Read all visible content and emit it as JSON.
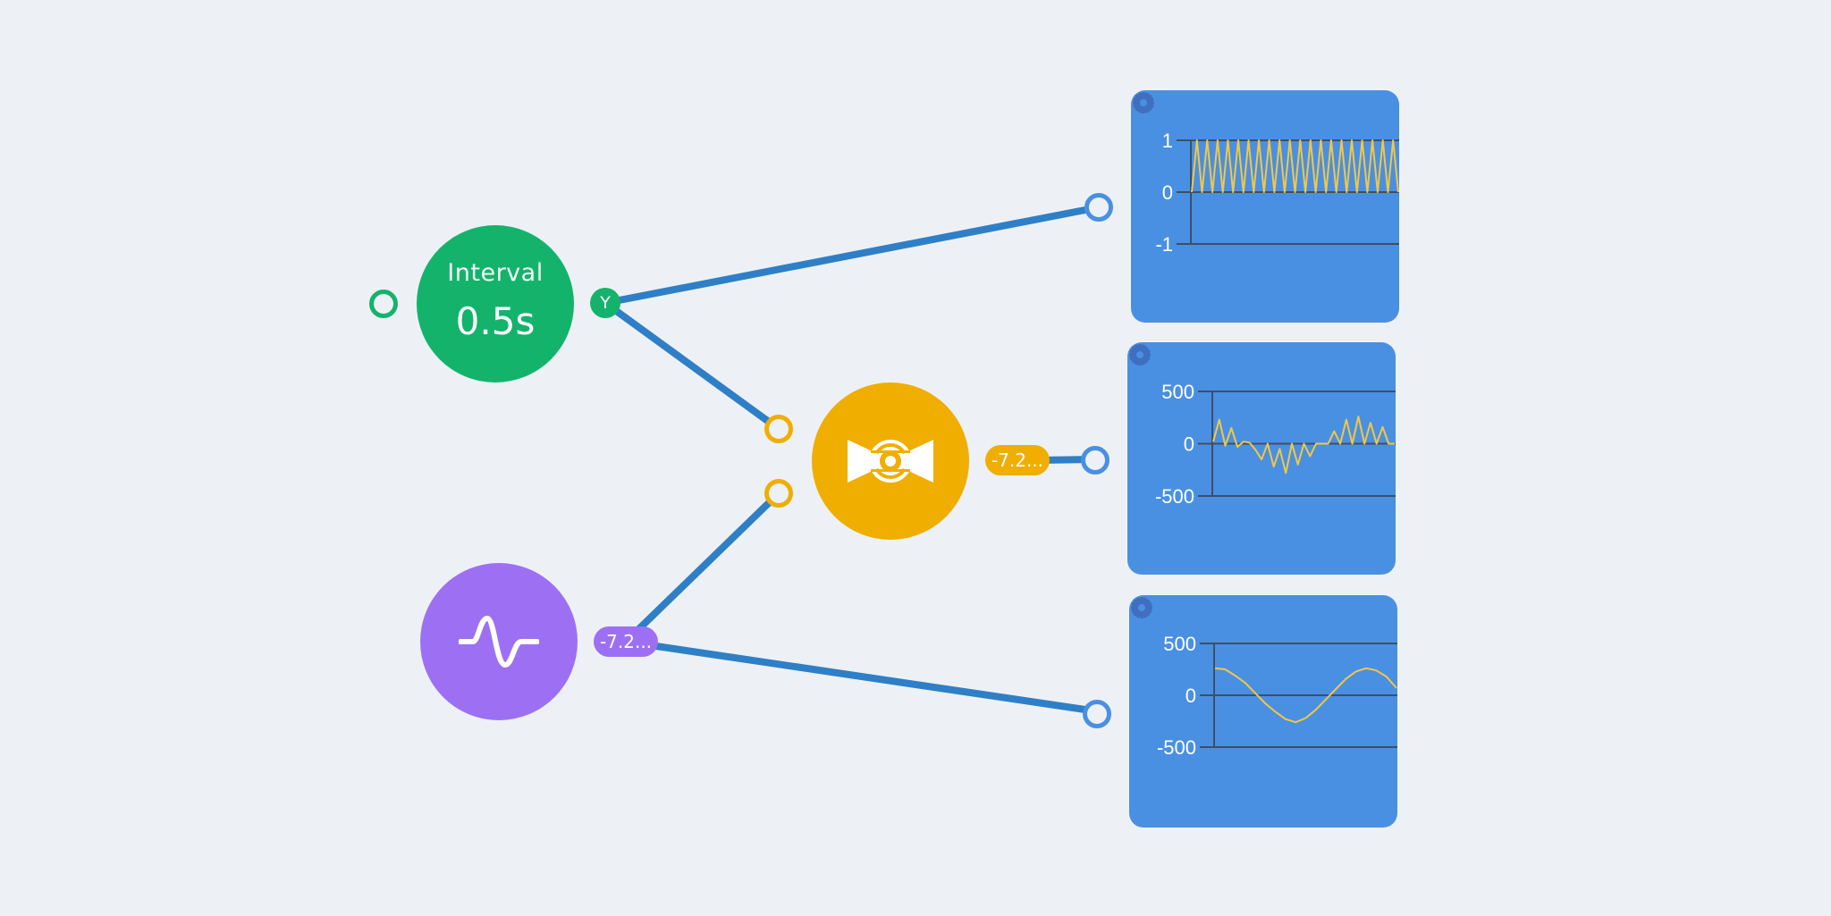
{
  "colors": {
    "background": "#edf1f5",
    "wire": "#2f7fc7",
    "interval": "#14b36c",
    "filter": "#f0ae00",
    "wave": "#9d70f3",
    "panel": "#4a90e2",
    "trace": "#f2c744",
    "gear": "#3f6fbf"
  },
  "interval_node": {
    "title": "Interval",
    "value": "0.5s",
    "output_label": "Y"
  },
  "filter_node": {
    "icon": "bowtie-wave-icon",
    "output_value": "-7.2..."
  },
  "wave_node": {
    "icon": "sine-wave-icon",
    "output_value": "-7.2..."
  },
  "panels": [
    {
      "icon": "gear-icon",
      "y_ticks": [
        "1",
        "0",
        "-1"
      ]
    },
    {
      "icon": "gear-icon",
      "y_ticks": [
        "500",
        "0",
        "-500"
      ]
    },
    {
      "icon": "gear-icon",
      "y_ticks": [
        "500",
        "0",
        "-500"
      ]
    }
  ],
  "chart_data": [
    {
      "type": "line",
      "ylim": [
        -1,
        1
      ],
      "y_ticks": [
        1,
        0,
        -1
      ],
      "values": [
        0,
        1,
        0,
        1,
        0,
        1,
        0,
        1,
        0,
        1,
        0,
        1,
        0,
        1,
        0,
        1,
        0,
        1,
        0,
        1,
        0,
        1,
        0,
        1,
        0,
        1,
        0,
        1,
        0,
        1,
        0,
        1,
        0,
        1,
        0,
        1,
        0,
        1,
        0,
        1,
        0
      ]
    },
    {
      "type": "line",
      "ylim": [
        -500,
        500
      ],
      "y_ticks": [
        500,
        0,
        -500
      ],
      "values": [
        20,
        230,
        -20,
        150,
        -30,
        20,
        10,
        -60,
        -150,
        0,
        -220,
        -50,
        -280,
        0,
        -200,
        0,
        -120,
        0,
        0,
        0,
        120,
        0,
        230,
        0,
        260,
        0,
        200,
        0,
        160,
        0,
        0
      ]
    },
    {
      "type": "line",
      "ylim": [
        -500,
        500
      ],
      "y_ticks": [
        500,
        0,
        -500
      ],
      "values": [
        260,
        250,
        190,
        120,
        20,
        -80,
        -160,
        -230,
        -260,
        -220,
        -140,
        -40,
        60,
        160,
        230,
        260,
        240,
        180,
        70
      ]
    }
  ]
}
